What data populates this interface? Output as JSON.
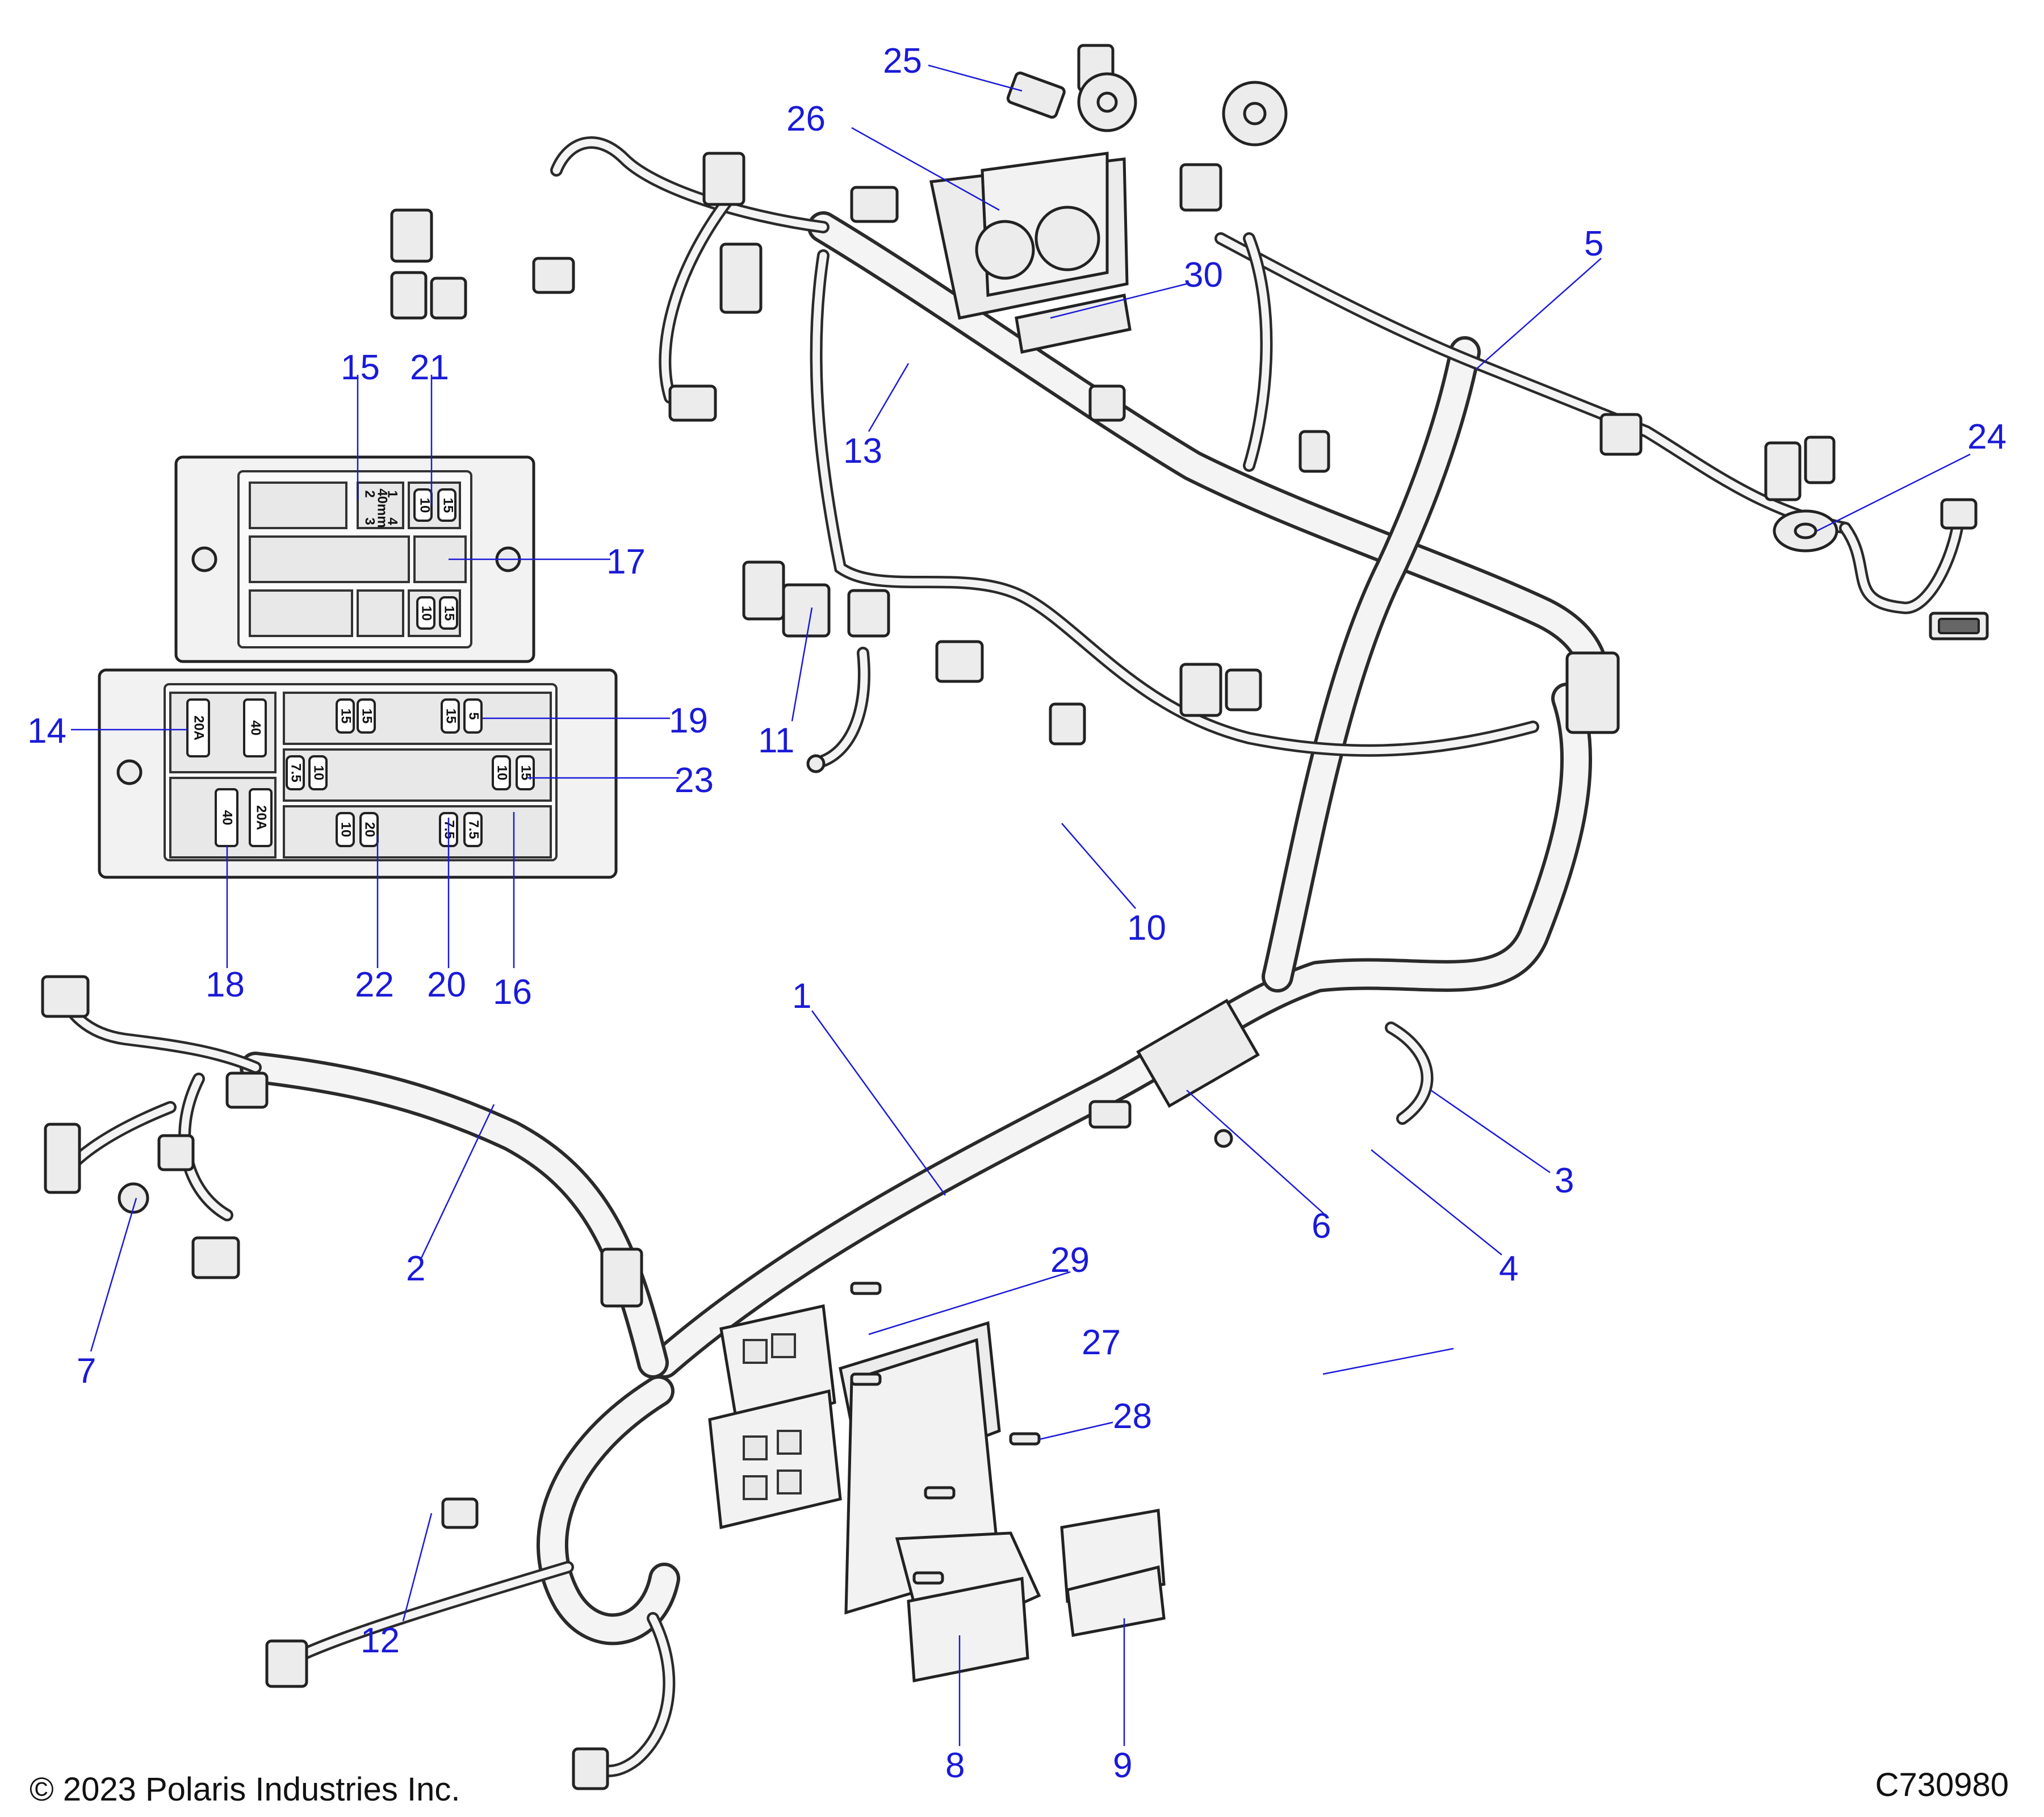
{
  "callouts": [
    "1",
    "2",
    "3",
    "4",
    "5",
    "6",
    "7",
    "8",
    "9",
    "10",
    "11",
    "12",
    "13",
    "14",
    "15",
    "16",
    "17",
    "18",
    "19",
    "20",
    "21",
    "22",
    "23",
    "24",
    "25",
    "26",
    "27",
    "28",
    "29",
    "30"
  ],
  "fuse_labels": {
    "top_box": [
      "10",
      "15",
      "10",
      "15",
      "2",
      "1",
      "40mm",
      "3",
      "4"
    ],
    "bottom_box": [
      "20A",
      "40",
      "40",
      "20A",
      "15",
      "15",
      "15",
      "5",
      "7.5",
      "10",
      "10",
      "15",
      "10",
      "20",
      "7.5",
      "7.5"
    ]
  },
  "footer": {
    "copyright": "© 2023 Polaris Industries Inc.",
    "drawing_number": "C730980"
  }
}
